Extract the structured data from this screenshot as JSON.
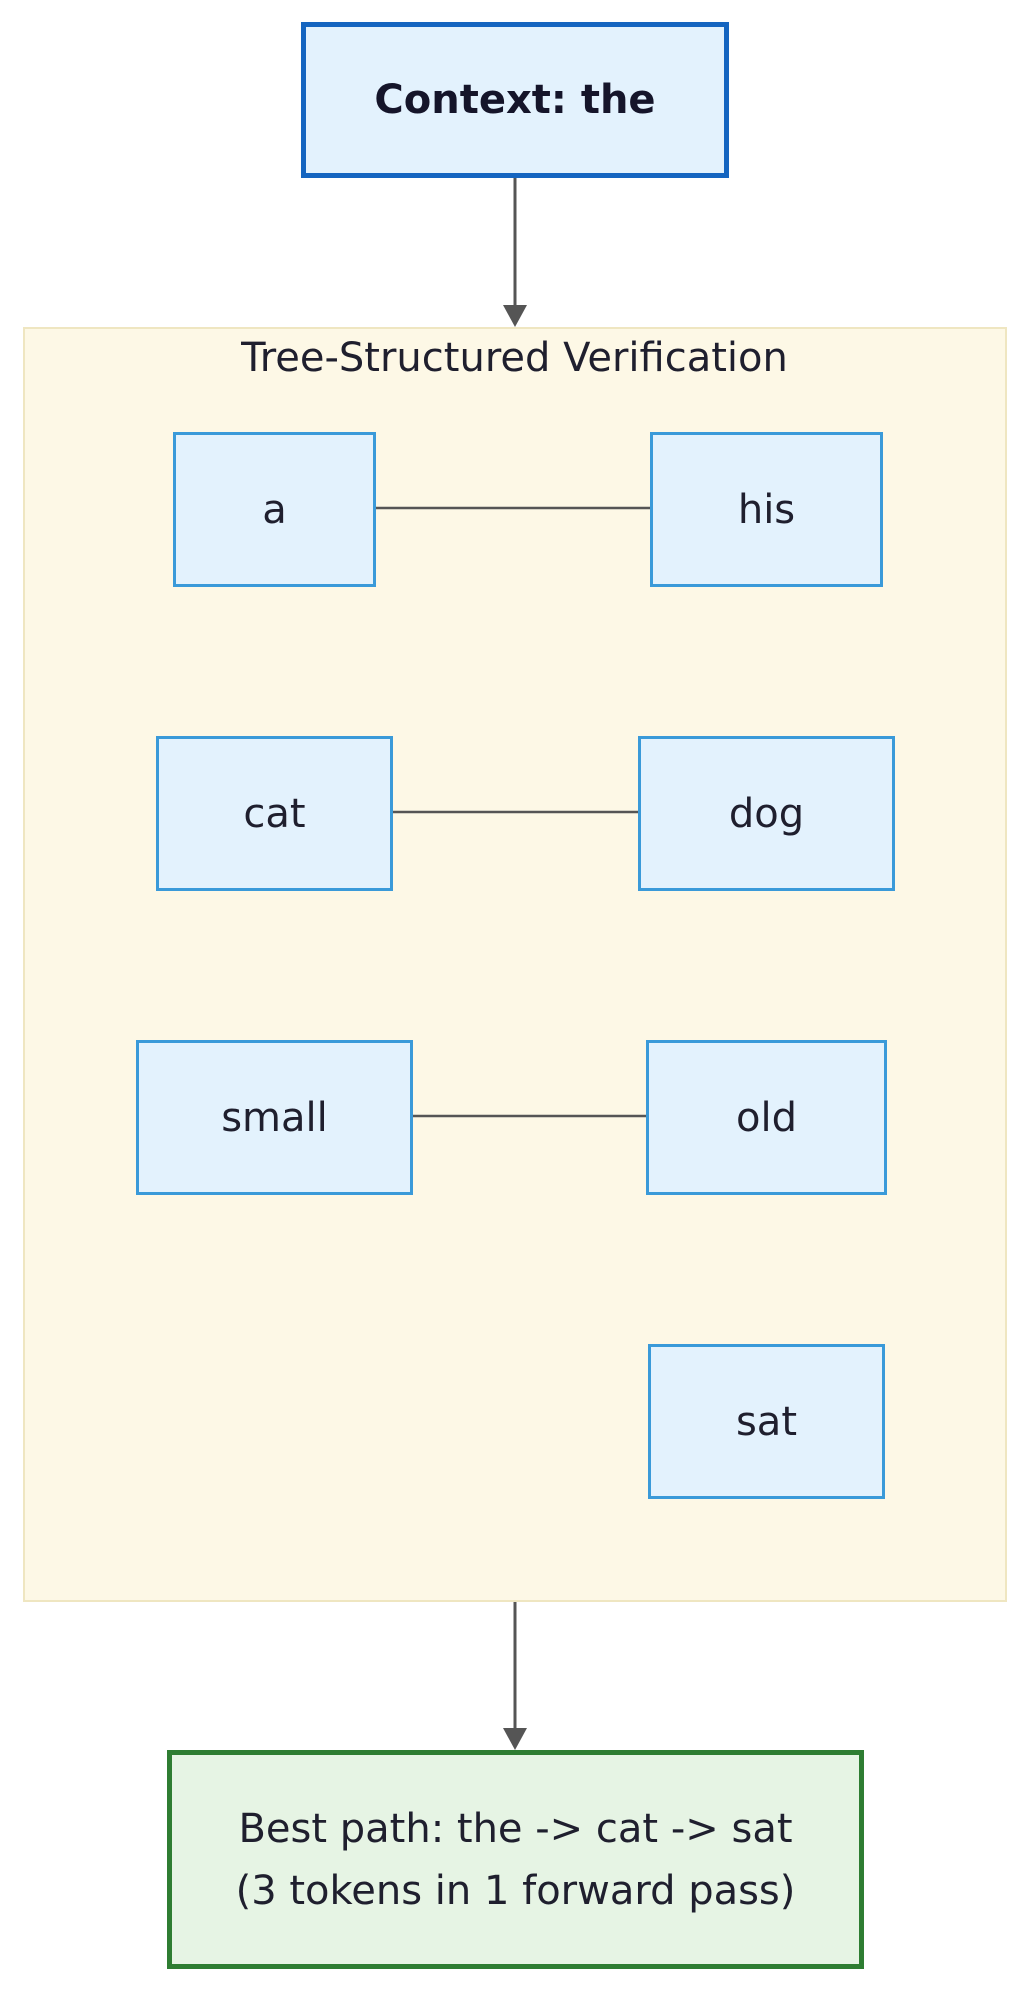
{
  "context": {
    "label": "Context: the"
  },
  "subgraph": {
    "title": "Tree-Structured Verification"
  },
  "tokens": [
    {
      "id": "a",
      "label": "a"
    },
    {
      "id": "his",
      "label": "his"
    },
    {
      "id": "cat",
      "label": "cat"
    },
    {
      "id": "dog",
      "label": "dog"
    },
    {
      "id": "small",
      "label": "small"
    },
    {
      "id": "old",
      "label": "old"
    },
    {
      "id": "sat",
      "label": "sat"
    }
  ],
  "result": {
    "line1": "Best path: the -> cat -> sat",
    "line2": "(3 tokens in 1 forward pass)"
  },
  "edges": [
    {
      "from": "context",
      "to": "subgraph",
      "arrow": true
    },
    {
      "from": "a",
      "to": "his",
      "arrow": false
    },
    {
      "from": "cat",
      "to": "dog",
      "arrow": false
    },
    {
      "from": "small",
      "to": "old",
      "arrow": false
    },
    {
      "from": "subgraph",
      "to": "result",
      "arrow": true
    }
  ],
  "colors": {
    "context_fill": "#e3f2fd",
    "context_border": "#1565c0",
    "subgraph_fill": "#fdf8e6",
    "token_fill": "#e3f2fd",
    "token_border": "#3a9ad9",
    "result_fill": "#e6f4e4",
    "result_border": "#2e7d32",
    "edge": "#555555"
  }
}
